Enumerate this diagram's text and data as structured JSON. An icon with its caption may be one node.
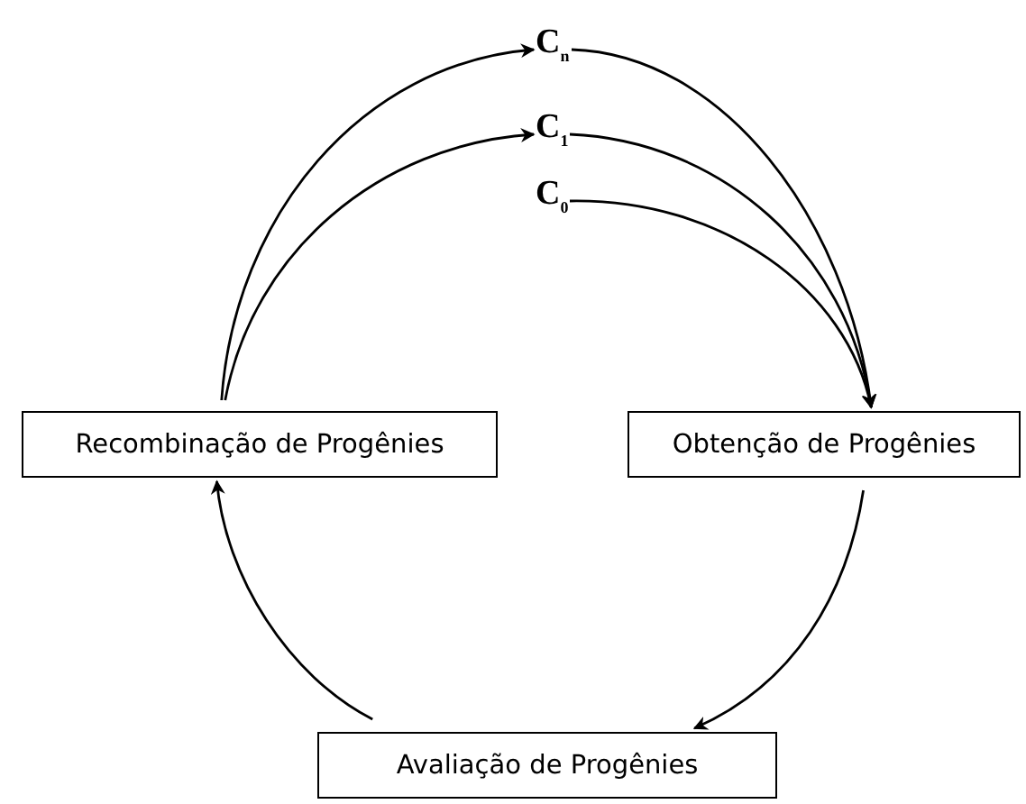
{
  "diagram": {
    "nodes": [
      {
        "text": [
          "C$_{n}$"
        ]
      },
      {
        "text": [
          "C$_{1}$"
        ]
      },
      {
        "text": [
          "C$_{0}$"
        ]
      },
      {
        "text": [
          "Recombinação de Progênies"
        ]
      },
      {
        "text": [
          "Obtenção de Progênies"
        ]
      },
      {
        "text": [
          "Avaliação de Progênies"
        ]
      }
    ],
    "edges": [
      {
        "from": 3,
        "to": 0,
        "arrow": "to"
      },
      {
        "from": 3,
        "to": 1,
        "arrow": "to"
      },
      {
        "from": 0,
        "to": 4,
        "arrow": "to"
      },
      {
        "from": 1,
        "to": 4,
        "arrow": "to"
      },
      {
        "from": 2,
        "to": 4,
        "arrow": "to"
      },
      {
        "from": 4,
        "to": 5,
        "arrow": "to"
      },
      {
        "from": 5,
        "to": 3,
        "arrow": "to"
      }
    ]
  }
}
